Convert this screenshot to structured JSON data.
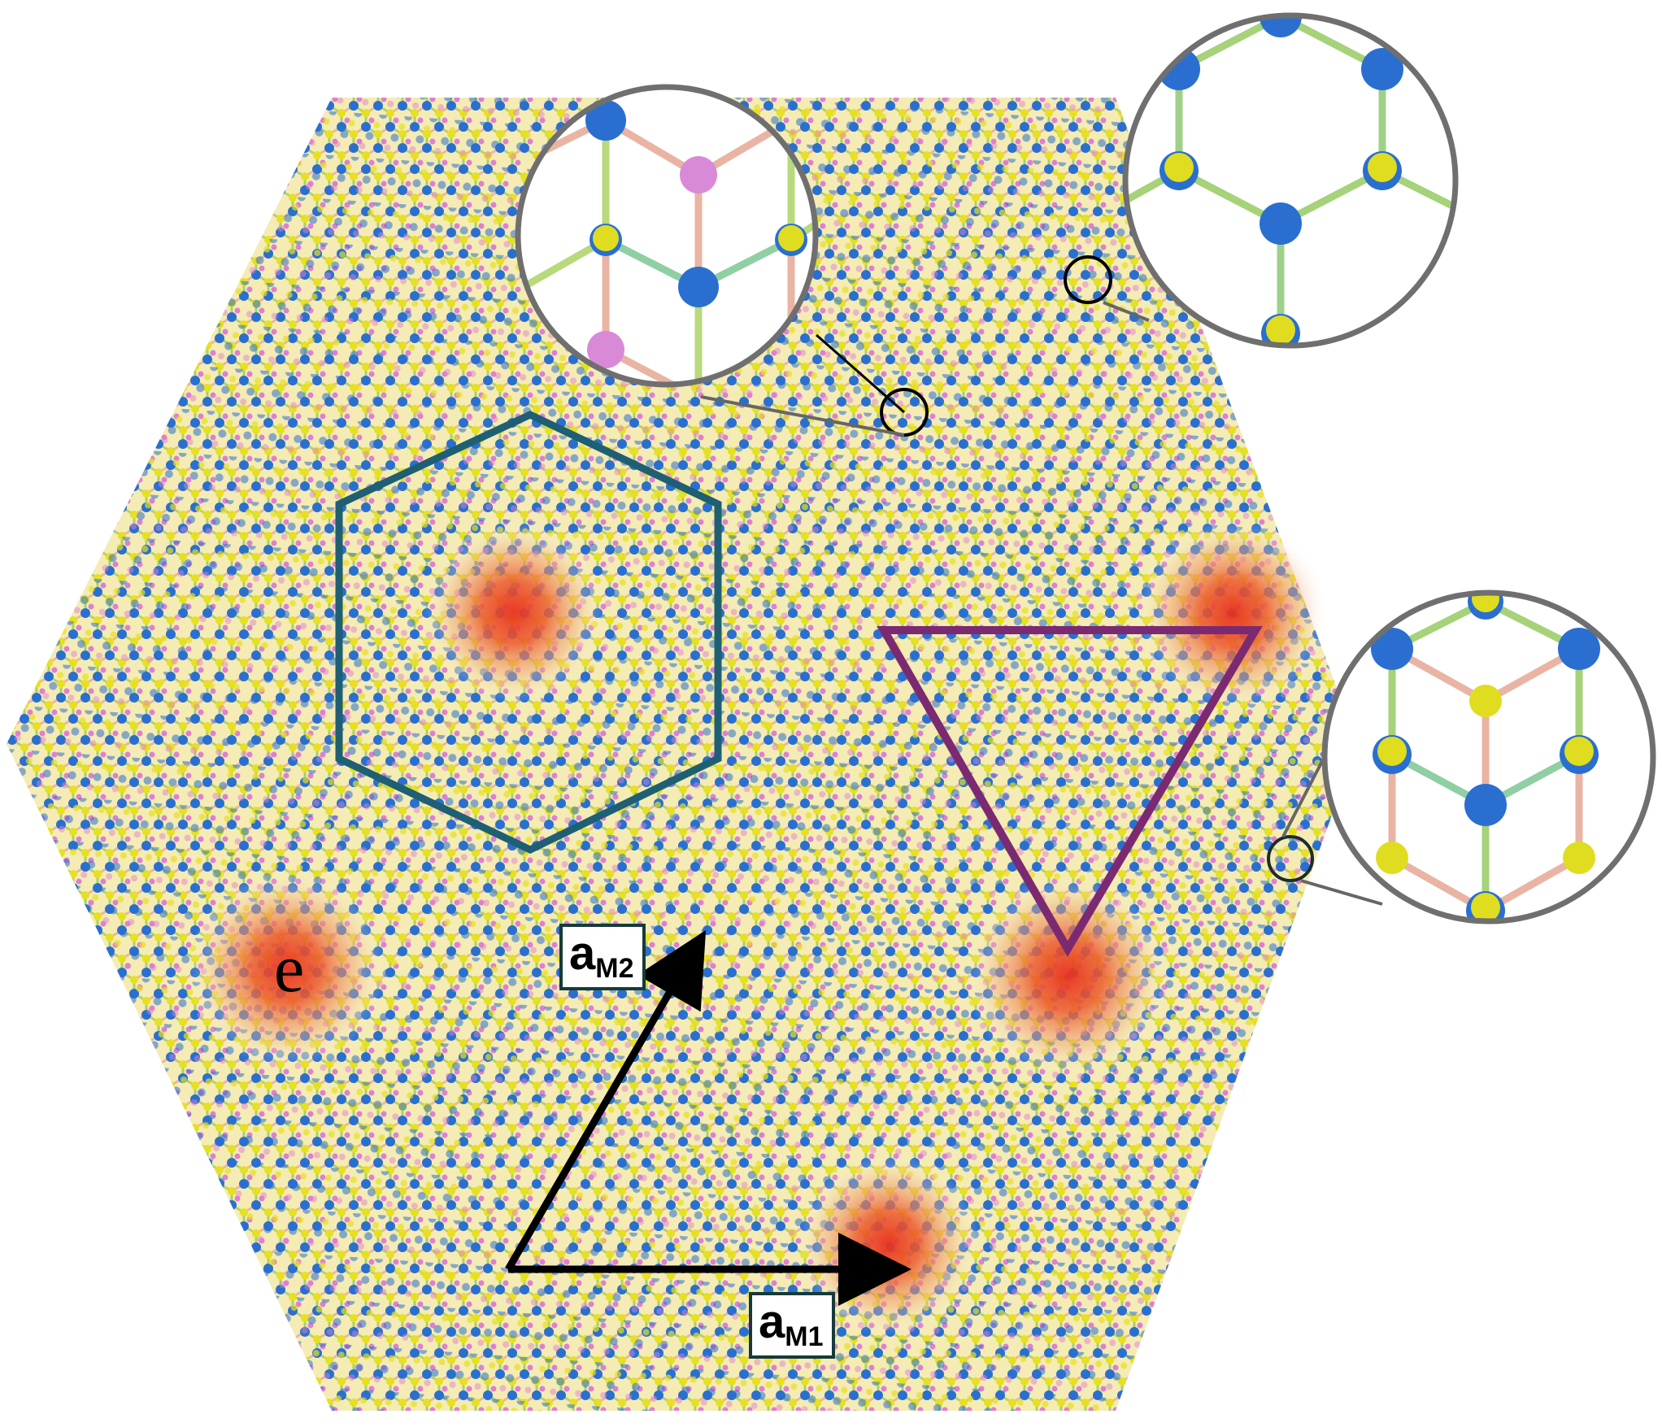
{
  "colors": {
    "background": "#ffffff",
    "metal_atom": "#2a6fd0",
    "chalcogen_atom": "#e7e020",
    "pink_atom": "#e07fd0",
    "hexagon_outline": "#1f5f73",
    "triangle_outline": "#7b2a72",
    "electron_glow": "#e8301e",
    "arrow": "#000000"
  },
  "labels": {
    "a_m2": {
      "base": "a",
      "sub": "M2"
    },
    "a_m1": {
      "base": "a",
      "sub": "M1"
    },
    "electron": "e"
  },
  "insets": [
    {
      "name": "inset-stacking-ab",
      "pink_atoms": true
    },
    {
      "name": "inset-stacking-aa",
      "pink_atoms": false
    },
    {
      "name": "inset-stacking-ba",
      "pink_atoms": false
    }
  ],
  "electron_density_spots": 5
}
